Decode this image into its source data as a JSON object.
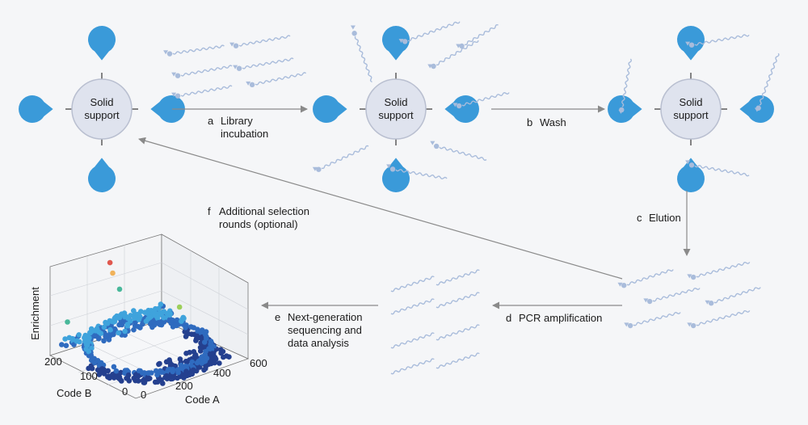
{
  "support_label": [
    "Solid",
    "support"
  ],
  "steps": {
    "a": {
      "letter": "a",
      "lines": [
        "Library",
        "incubation"
      ]
    },
    "b": {
      "letter": "b",
      "lines": [
        "Wash"
      ]
    },
    "c": {
      "letter": "c",
      "lines": [
        "Elution"
      ]
    },
    "d": {
      "letter": "d",
      "lines": [
        "PCR amplification"
      ]
    },
    "e": {
      "letter": "e",
      "lines": [
        "Next-generation",
        "sequencing and",
        "data analysis"
      ]
    },
    "f": {
      "letter": "f",
      "lines": [
        "Additional selection",
        "rounds (optional)"
      ]
    }
  },
  "colors": {
    "receptor": "#3a9ad9",
    "support_fill": "#dfe3ee",
    "support_stroke": "#b9bfd0",
    "molecule": "#a9bcdb",
    "arrow": "#8a8a8a",
    "scatter_low": "#24408f",
    "scatter_mid": "#3fa3dc",
    "scatter_high": "#48b89a",
    "hit_red": "#e0584e",
    "hit_orange": "#f0b25a",
    "hit_green": "#9ccf5a"
  },
  "chart_data": {
    "type": "scatter3d",
    "zlabel": "Enrichment",
    "xlabel": "Code A",
    "ylabel": "Code B",
    "x_ticks": [
      "0",
      "200",
      "400",
      "600"
    ],
    "y_ticks": [
      "0",
      "100",
      "200"
    ],
    "xlim": [
      0,
      600
    ],
    "ylim": [
      0,
      200
    ]
  }
}
